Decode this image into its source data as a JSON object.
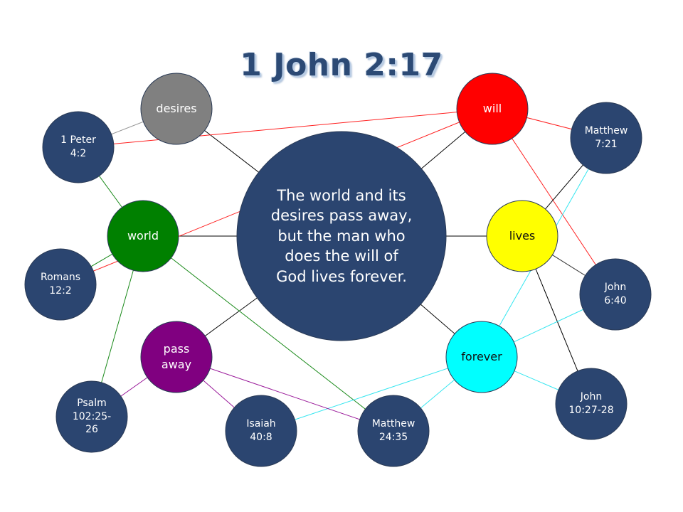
{
  "title": "1 John 2:17",
  "colors": {
    "navy": "#2b4570",
    "gray": "#808080",
    "red": "#ff0000",
    "green": "#008000",
    "yellow": "#ffff00",
    "cyan": "#00ffff",
    "purple": "#800080",
    "black": "#000000"
  },
  "center": {
    "text": "The world and its desires pass away, but the man who does the will of God lives forever.",
    "lines": [
      "The world and its",
      "desires pass away,",
      "but the man who",
      "does the will of",
      "God lives forever."
    ]
  },
  "keywords": {
    "desires": {
      "label": "desires"
    },
    "will": {
      "label": "will"
    },
    "world": {
      "label": "world"
    },
    "lives": {
      "label": "lives"
    },
    "forever": {
      "label": "forever"
    },
    "pass_away": {
      "line1": "pass",
      "line2": "away"
    }
  },
  "references": {
    "peter": {
      "line1": "1 Peter",
      "line2": "4:2"
    },
    "matthew_7": {
      "line1": "Matthew",
      "line2": "7:21"
    },
    "romans": {
      "line1": "Romans",
      "line2": "12:2"
    },
    "john_6": {
      "line1": "John",
      "line2": "6:40"
    },
    "john_10": {
      "line1": "John",
      "line2": "10:27-28"
    },
    "psalm": {
      "line1": "Psalm",
      "line2": "102:25-",
      "line3": "26"
    },
    "isaiah": {
      "line1": "Isaiah",
      "line2": "40:8"
    },
    "matthew_24": {
      "line1": "Matthew",
      "line2": "24:35"
    }
  },
  "connections": [
    {
      "from": "desires",
      "to": "center",
      "color": "black"
    },
    {
      "from": "will",
      "to": "center",
      "color": "black"
    },
    {
      "from": "world",
      "to": "center",
      "color": "black"
    },
    {
      "from": "lives",
      "to": "center",
      "color": "black"
    },
    {
      "from": "forever",
      "to": "center",
      "color": "black"
    },
    {
      "from": "pass away",
      "to": "center",
      "color": "black"
    },
    {
      "from": "desires",
      "to": "1 Peter 4:2",
      "color": "gray"
    },
    {
      "from": "will",
      "to": "1 Peter 4:2",
      "color": "red"
    },
    {
      "from": "will",
      "to": "Romans 12:2",
      "color": "red"
    },
    {
      "from": "will",
      "to": "Matthew 7:21",
      "color": "red"
    },
    {
      "from": "will",
      "to": "John 6:40",
      "color": "red"
    },
    {
      "from": "world",
      "to": "1 Peter 4:2",
      "color": "green"
    },
    {
      "from": "world",
      "to": "Romans 12:2",
      "color": "green"
    },
    {
      "from": "world",
      "to": "Psalm 102:25-26",
      "color": "green"
    },
    {
      "from": "world",
      "to": "Matthew 24:35",
      "color": "green"
    },
    {
      "from": "lives",
      "to": "Matthew 7:21",
      "color": "black"
    },
    {
      "from": "lives",
      "to": "John 6:40",
      "color": "black"
    },
    {
      "from": "lives",
      "to": "John 10:27-28",
      "color": "black"
    },
    {
      "from": "forever",
      "to": "Matthew 7:21",
      "color": "cyan"
    },
    {
      "from": "forever",
      "to": "John 6:40",
      "color": "cyan"
    },
    {
      "from": "forever",
      "to": "John 10:27-28",
      "color": "cyan"
    },
    {
      "from": "forever",
      "to": "Isaiah 40:8",
      "color": "cyan"
    },
    {
      "from": "forever",
      "to": "Matthew 24:35",
      "color": "cyan"
    },
    {
      "from": "pass away",
      "to": "Psalm 102:25-26",
      "color": "purple"
    },
    {
      "from": "pass away",
      "to": "Isaiah 40:8",
      "color": "purple"
    },
    {
      "from": "pass away",
      "to": "Matthew 24:35",
      "color": "purple"
    }
  ]
}
